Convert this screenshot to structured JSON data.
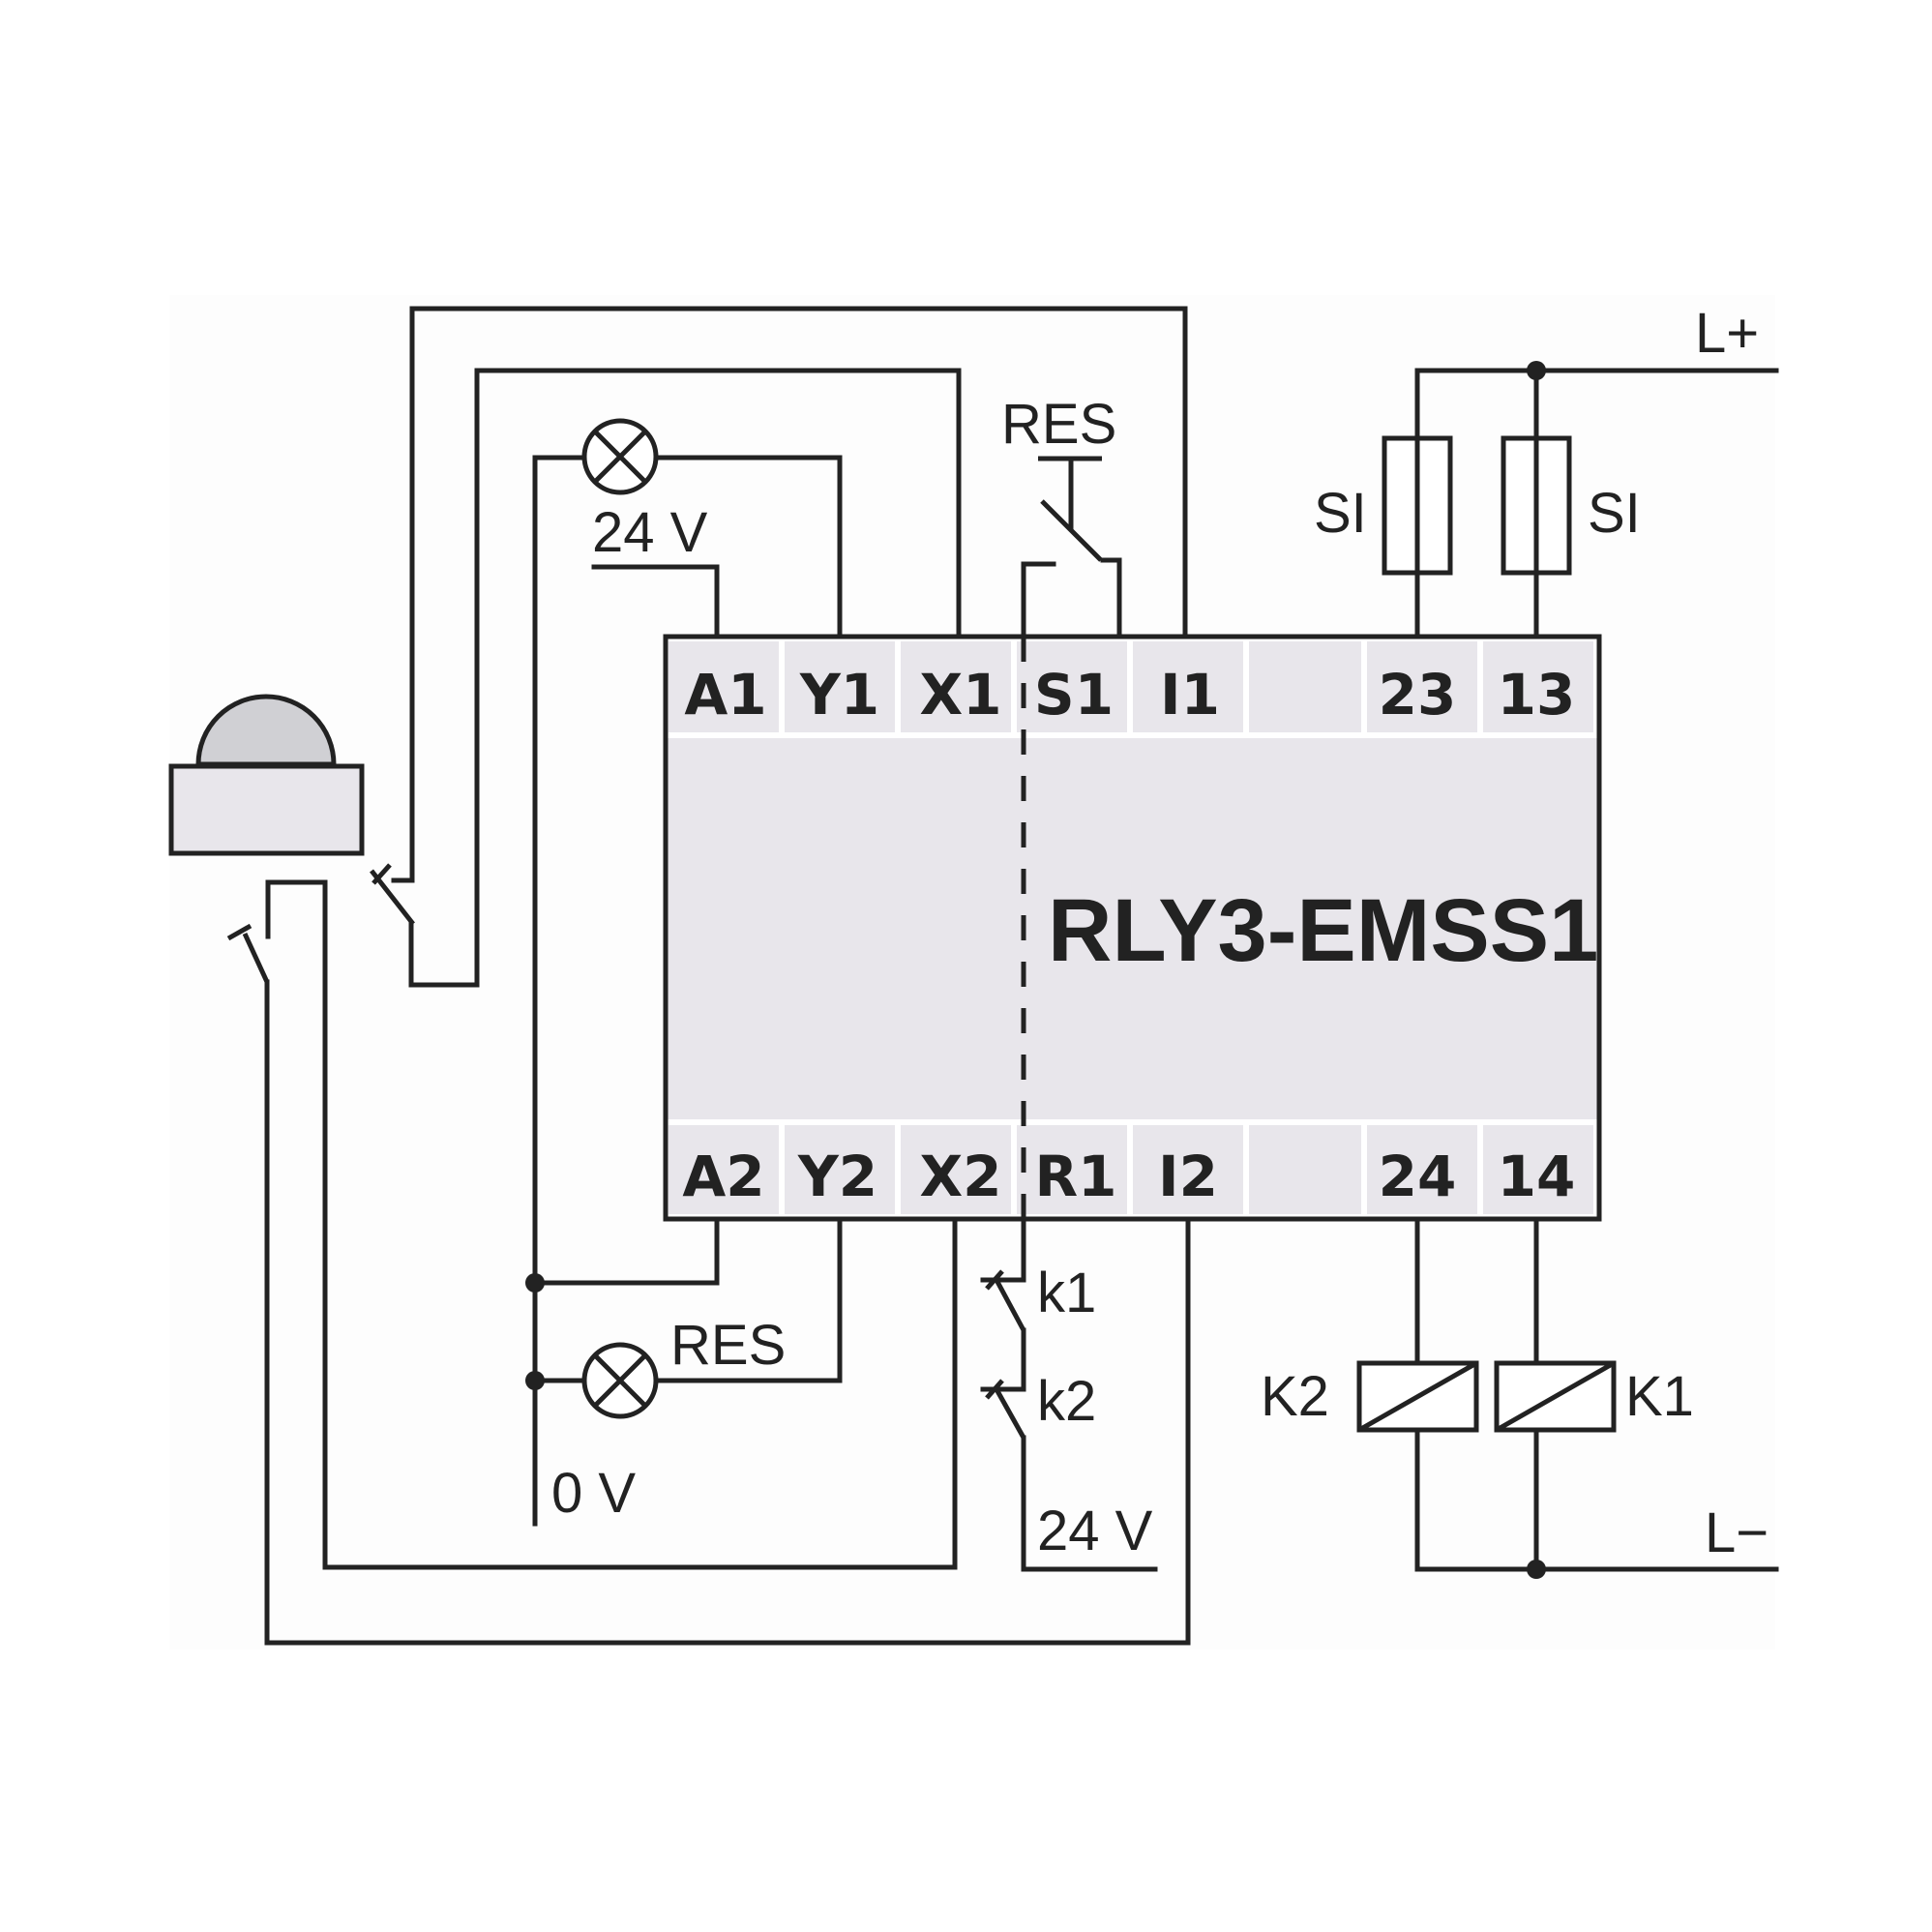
{
  "device": {
    "title": "RLY3-EMSS1",
    "top_terminals": [
      "A1",
      "Y1",
      "X1",
      "S1",
      "I1",
      "",
      "23",
      "13"
    ],
    "bottom_terminals": [
      "A2",
      "Y2",
      "X2",
      "R1",
      "I2",
      "",
      "24",
      "14"
    ]
  },
  "labels": {
    "supply_top": "24 V",
    "supply_bottom": "24 V",
    "ground": "0 V",
    "reset_button": "RES",
    "reset_lamp": "RES",
    "fuse_left": "SI",
    "fuse_right": "SI",
    "l_plus": "L+",
    "l_minus": "L−",
    "contact_k1": "k1",
    "contact_k2": "k2",
    "coil_k2": "K2",
    "coil_k1": "K1"
  },
  "colors": {
    "line": "#222222",
    "housing": "#e8e6eb",
    "terminal_cell": "#e8e6eb",
    "button_cap": "#d0d0d4"
  }
}
